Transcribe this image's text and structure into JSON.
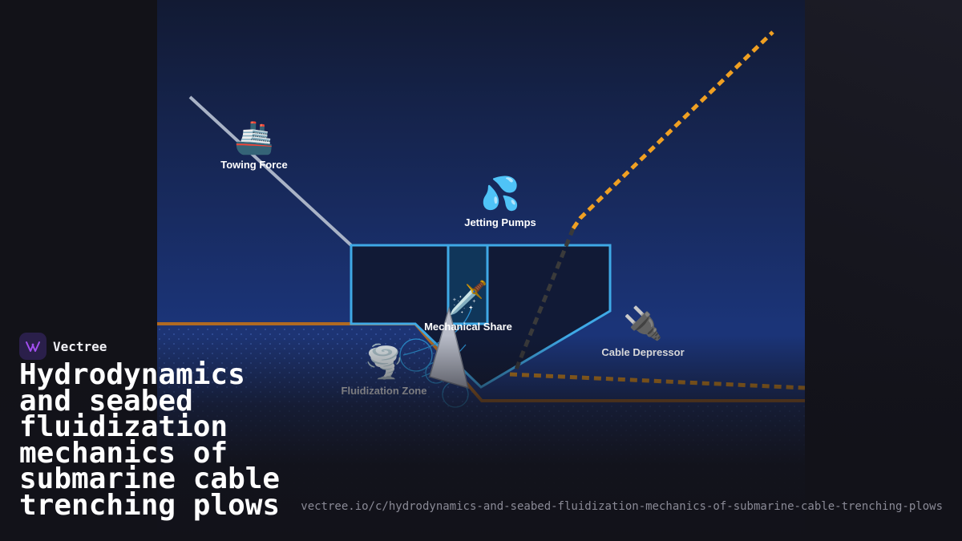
{
  "brand": {
    "name": "Vectree",
    "logo_icon": "vectree-logo-icon",
    "logo_color": "#a24ff0"
  },
  "title": "Hydrodynamics and seabed fluidization mechanics of submarine cable trenching plows",
  "url": "vectree.io/c/hydrodynamics-and-seabed-fluidization-mechanics-of-submarine-cable-trenching-plows",
  "diagram": {
    "labels": {
      "towing": {
        "text": "Towing Force",
        "icon": "ship-icon",
        "glyph": "🚢"
      },
      "jetting": {
        "text": "Jetting Pumps",
        "icon": "water-droplets-icon",
        "glyph": "💦"
      },
      "share": {
        "text": "Mechanical Share",
        "icon": "dagger-icon",
        "glyph": "🗡️"
      },
      "depressor": {
        "text": "Cable Depressor",
        "icon": "plug-icon",
        "glyph": "🔌"
      },
      "fluidization": {
        "text": "Fluidization Zone",
        "icon": "tornado-icon",
        "glyph": "🌪️"
      }
    },
    "colors": {
      "water_top": "#121a33",
      "water_bottom": "#1b3478",
      "plow_outline": "#3fa9e6",
      "plow_fill": "#111a36",
      "cable": "#f0a022",
      "tow_line": "#a9b3c6",
      "seabed_line": "#b06a22",
      "fluid_zone": "#2a8fd0"
    }
  }
}
